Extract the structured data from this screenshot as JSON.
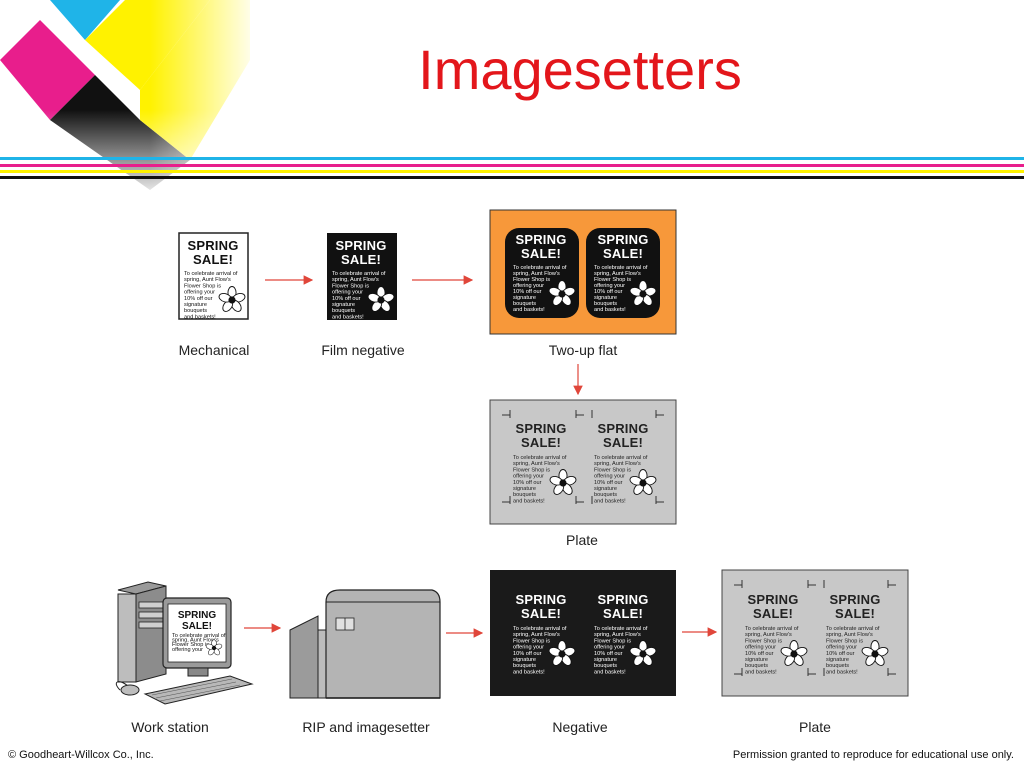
{
  "slide": {
    "title": "Imagesetters",
    "footer_left": "© Goodheart-Willcox Co., Inc.",
    "footer_right": "Permission granted to reproduce for educational use only.",
    "colors": {
      "title": "#e3161b",
      "cyan": "#1fb4e8",
      "magenta": "#e81e8c",
      "yellow": "#fff200",
      "black": "#111111",
      "orange_flat": "#f7983a",
      "plate_gray": "#c8c8c8",
      "arrow_red": "#e0463a"
    }
  },
  "doc": {
    "headline_1": "SPRING",
    "headline_2": "SALE!",
    "body_lines": [
      "To celebrate arrival of",
      "spring, Aunt Flow's",
      "Flower Shop is",
      "offering your",
      "10% off our",
      "signature",
      "bouquets",
      "and baskets!"
    ]
  },
  "labels": {
    "mechanical": "Mechanical",
    "film_negative": "Film negative",
    "two_up_flat": "Two-up flat",
    "plate_top": "Plate",
    "work_station": "Work station",
    "rip_imagesetter": "RIP and imagesetter",
    "negative": "Negative",
    "plate_bottom": "Plate"
  }
}
